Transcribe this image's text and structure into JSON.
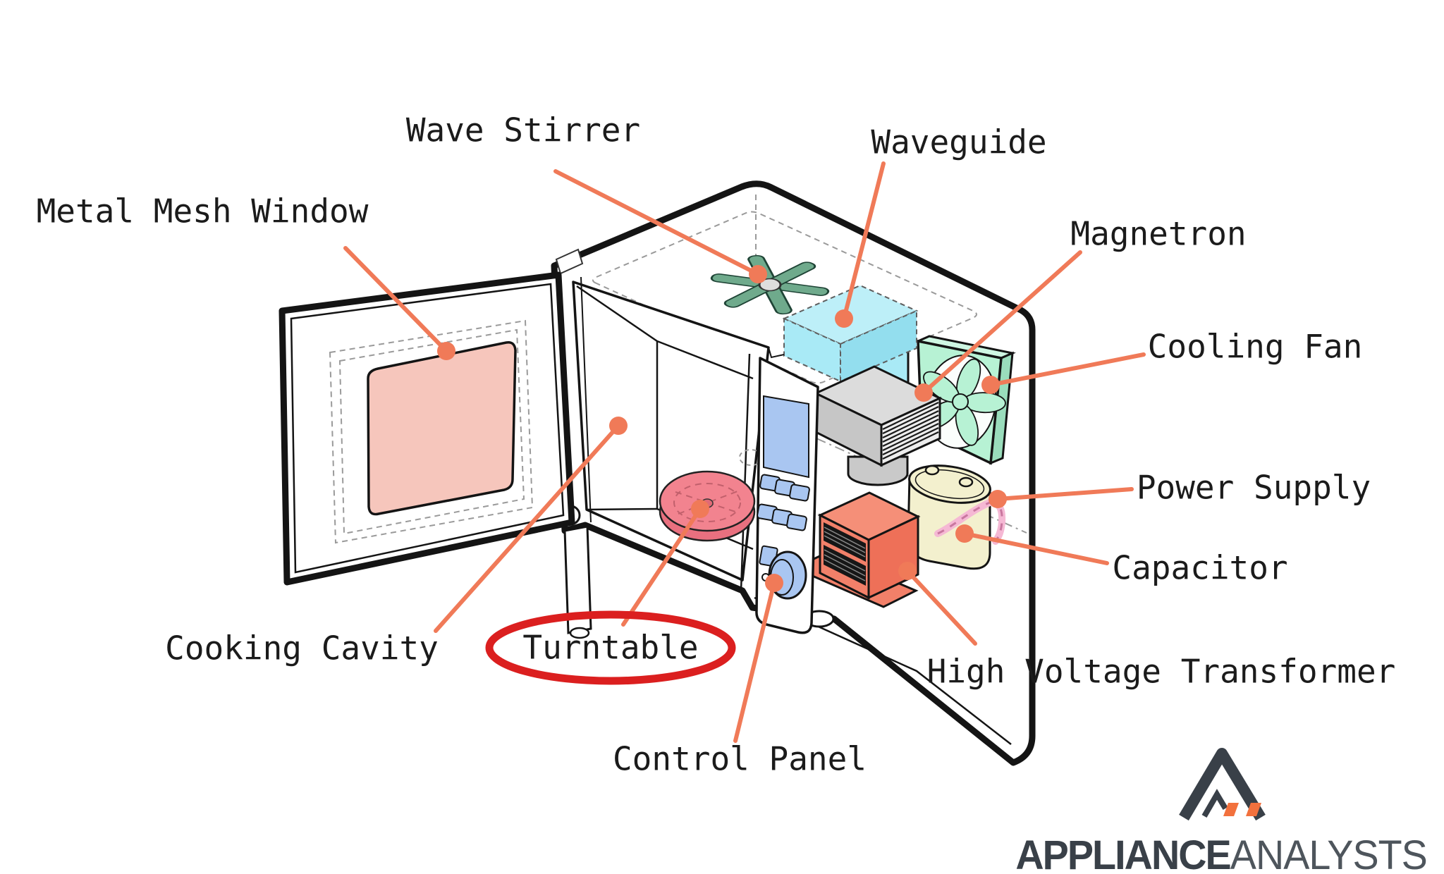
{
  "diagram": {
    "subject": "microwave-oven-parts",
    "labels": [
      {
        "id": "metal-mesh-window",
        "text": "Metal Mesh Window"
      },
      {
        "id": "wave-stirrer",
        "text": "Wave Stirrer"
      },
      {
        "id": "waveguide",
        "text": "Waveguide"
      },
      {
        "id": "magnetron",
        "text": "Magnetron"
      },
      {
        "id": "cooling-fan",
        "text": "Cooling Fan"
      },
      {
        "id": "power-supply",
        "text": "Power Supply"
      },
      {
        "id": "capacitor",
        "text": "Capacitor"
      },
      {
        "id": "cooking-cavity",
        "text": "Cooking Cavity"
      },
      {
        "id": "turntable",
        "text": "Turntable",
        "highlighted": true
      },
      {
        "id": "high-voltage-transformer",
        "text": "High Voltage Transformer"
      },
      {
        "id": "control-panel",
        "text": "Control Panel"
      }
    ],
    "highlight": {
      "label": "Turntable",
      "style": "red-ellipse"
    },
    "colors": {
      "label_text": "#1b1b1b",
      "leader_line": "#F07A58",
      "highlight_ring": "#DB1F1F",
      "door_window_pink": "#F6C6BC",
      "turntable_pink": "#F2838F",
      "stirrer_green": "#6FAA8C",
      "waveguide_cyan": "#A9EAF6",
      "magnetron_gray": "#CFCFCF",
      "cooling_fan_mint": "#B7F2D4",
      "capacitor_cream": "#F3F0CE",
      "transformer_salmon": "#F28069",
      "control_panel_blue": "#A9C6F1",
      "wire_pink": "#F5B8D4",
      "logo_dark": "#394048",
      "logo_orange": "#F2713D"
    },
    "logo": {
      "brand_bold": "APPLIANCE",
      "brand_light": "ANALYSTS"
    }
  }
}
